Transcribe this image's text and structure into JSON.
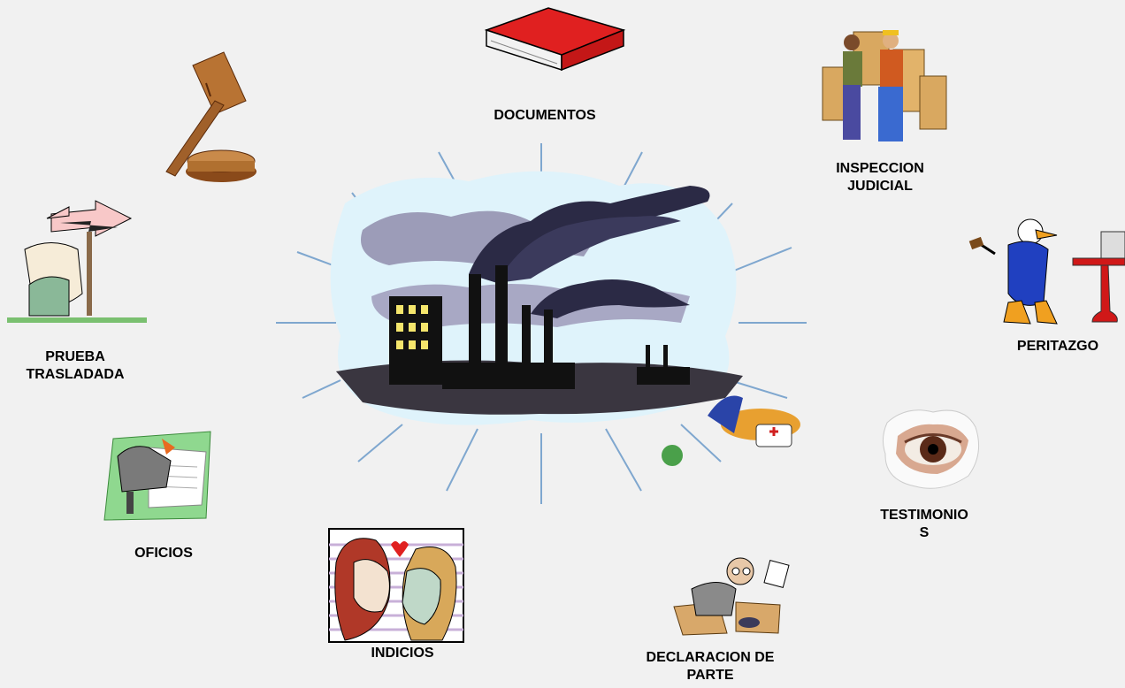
{
  "diagram": {
    "center": {
      "name": "industrial-pollution-scene"
    },
    "items": [
      {
        "id": "documentos",
        "lines": [
          "DOCUMENTOS"
        ],
        "icon": "red-book-icon"
      },
      {
        "id": "inspeccion",
        "lines": [
          "INSPECCION",
          "JUDICIAL"
        ],
        "icon": "inspectors-icon"
      },
      {
        "id": "peritazgo",
        "lines": [
          "PERITAZGO"
        ],
        "icon": "duck-expert-icon"
      },
      {
        "id": "testimonios",
        "lines": [
          "TESTIMONIO",
          "S"
        ],
        "icon": "eye-icon"
      },
      {
        "id": "declaracion",
        "lines": [
          "DECLARACION DE",
          "PARTE"
        ],
        "icon": "clerk-desk-icon"
      },
      {
        "id": "indicios",
        "lines": [
          "INDICIOS"
        ],
        "icon": "couple-icon"
      },
      {
        "id": "oficios",
        "lines": [
          "OFICIOS"
        ],
        "icon": "mailbox-icon"
      },
      {
        "id": "prueba",
        "lines": [
          "PRUEBA",
          "TRASLADADA"
        ],
        "icon": "signpost-icon"
      },
      {
        "id": "gavel",
        "lines": [],
        "icon": "gavel-icon"
      }
    ]
  }
}
